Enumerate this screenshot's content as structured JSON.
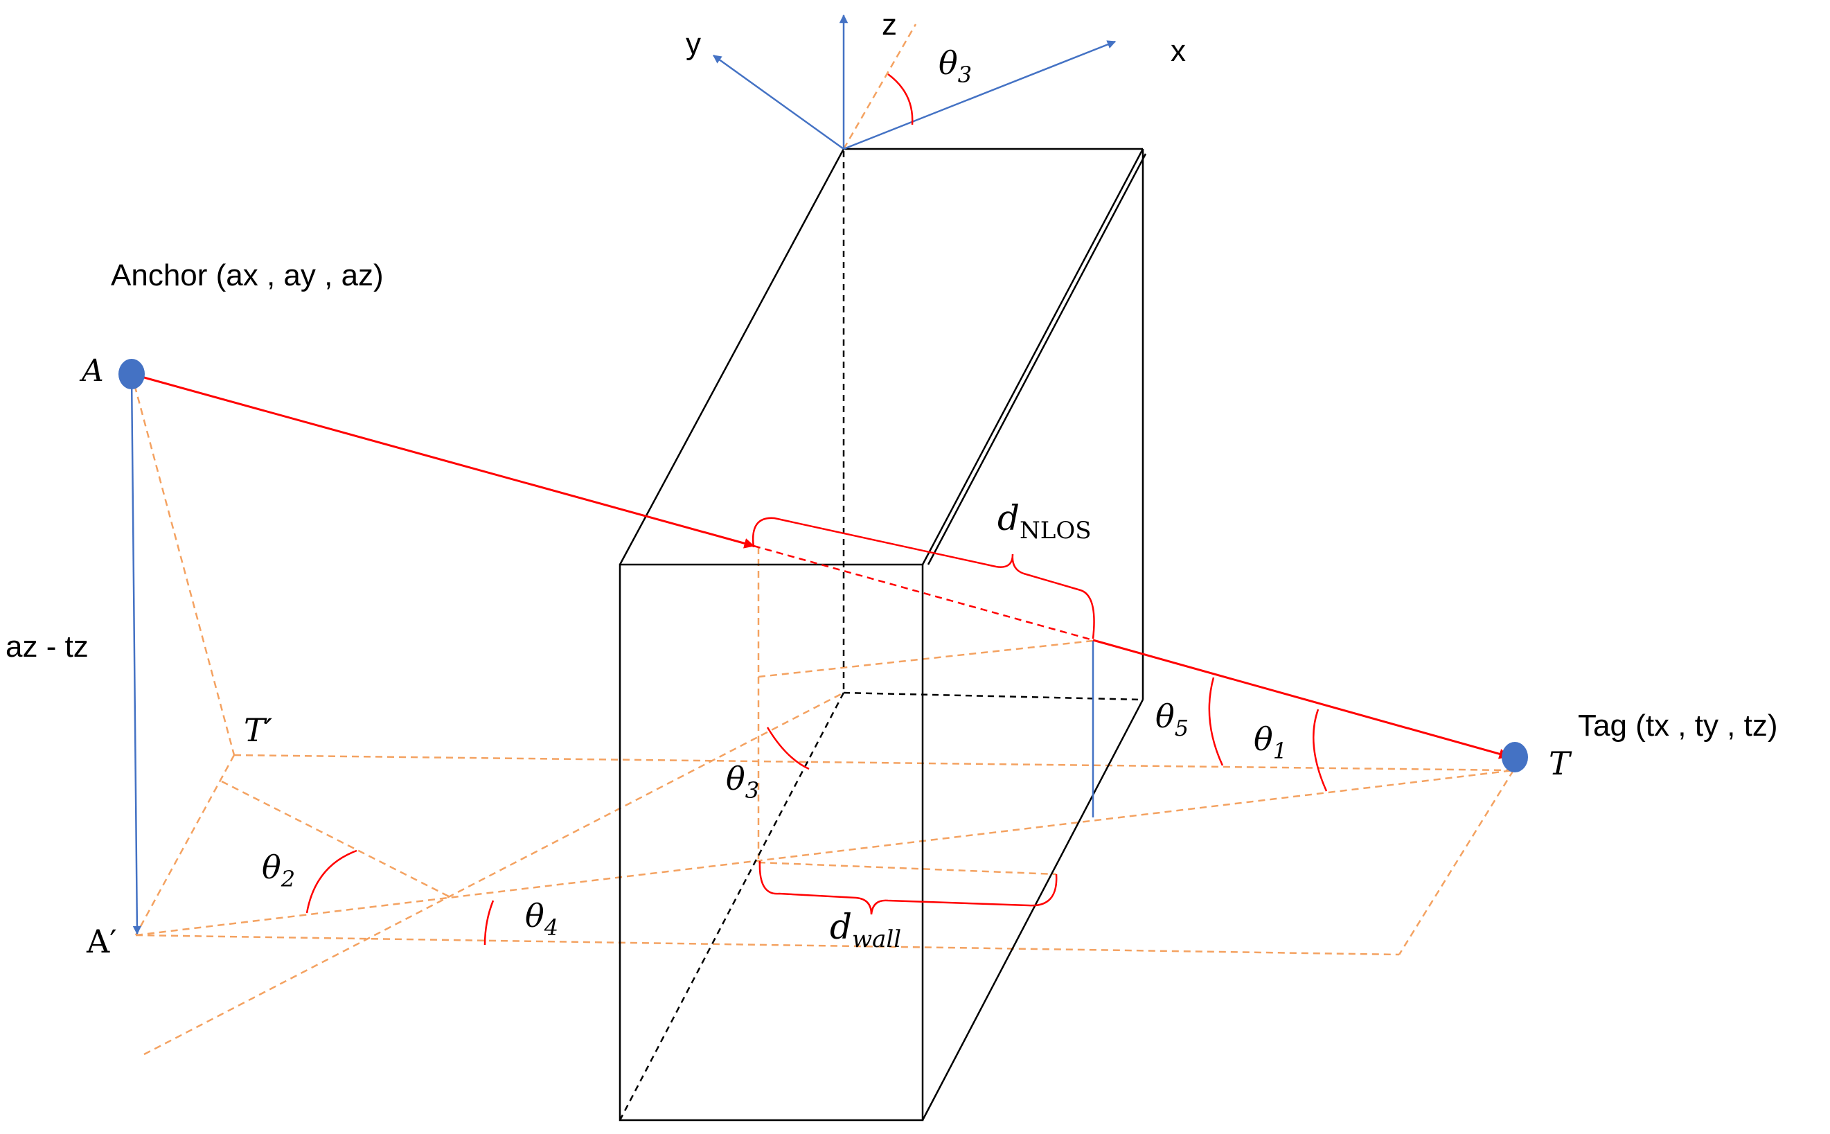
{
  "labels": {
    "axis_x": "x",
    "axis_y": "y",
    "axis_z": "z",
    "anchor_caption": "Anchor (ax , ay , az)",
    "anchor_point": "A",
    "anchor_projection": "A′",
    "tag_caption": "Tag (tx , ty , tz)",
    "tag_point": "T",
    "tag_projection": "T′",
    "height_diff": "az - tz",
    "theta": "θ",
    "theta1_sub": "1",
    "theta2_sub": "2",
    "theta3_sub": "3",
    "theta4_sub": "4",
    "theta5_sub": "5",
    "d": "d",
    "nlos_sub": "NLOS",
    "wall_sub": "wall"
  },
  "colors": {
    "axis_blue": "#4472C4",
    "signal_red": "#FF0000",
    "guide_orange": "#F4A261",
    "edge_black": "#000000",
    "point_fill": "#4472C4"
  }
}
